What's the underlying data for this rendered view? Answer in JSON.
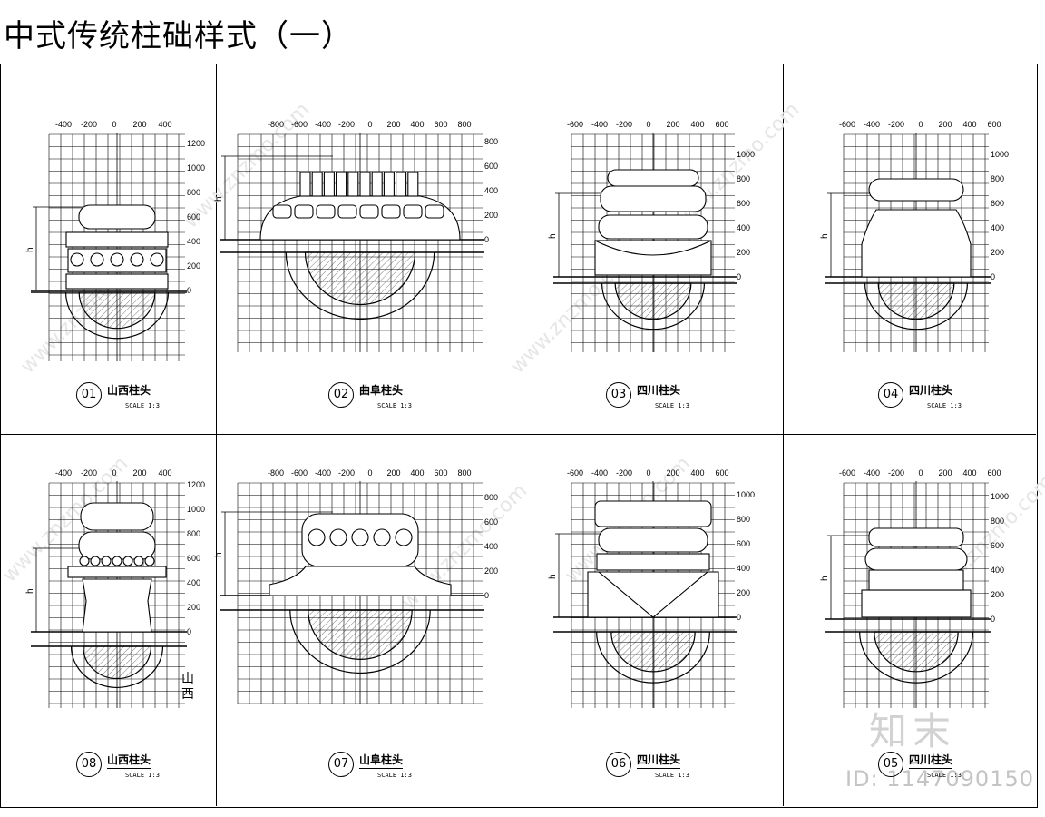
{
  "title": "中式传统柱础样式（一）",
  "watermark": {
    "id": "ID: 1147090150",
    "logo": "知末",
    "site": "www.znzmo.com"
  },
  "panels": [
    {
      "num": "01",
      "name": "山西柱头",
      "scale": "SCALE 1:3",
      "h_label": "h",
      "x_ticks": [
        "-400",
        "-200",
        "0",
        "200",
        "400"
      ],
      "y_ticks": [
        "1200",
        "1000",
        "800",
        "600",
        "400",
        "200",
        "0"
      ]
    },
    {
      "num": "02",
      "name": "曲阜柱头",
      "scale": "SCALE 1:3",
      "h_label": "h",
      "x_ticks": [
        "-800",
        "-600",
        "-400",
        "-200",
        "0",
        "200",
        "400",
        "600",
        "800"
      ],
      "y_ticks": [
        "800",
        "600",
        "400",
        "200",
        "0"
      ]
    },
    {
      "num": "03",
      "name": "四川柱头",
      "scale": "SCALE 1:3",
      "h_label": "h",
      "x_ticks": [
        "-600",
        "-400",
        "-200",
        "0",
        "200",
        "400",
        "600"
      ],
      "y_ticks": [
        "1000",
        "800",
        "600",
        "400",
        "200",
        "0"
      ]
    },
    {
      "num": "04",
      "name": "四川柱头",
      "scale": "SCALE 1:3",
      "h_label": "h",
      "x_ticks": [
        "-600",
        "-400",
        "-200",
        "0",
        "200",
        "400",
        "600"
      ],
      "y_ticks": [
        "1000",
        "800",
        "600",
        "400",
        "200",
        "0"
      ]
    },
    {
      "num": "08",
      "name": "山西柱头",
      "scale": "SCALE 1:3",
      "h_label": "h",
      "note": "山西",
      "x_ticks": [
        "-400",
        "-200",
        "0",
        "200",
        "400"
      ],
      "y_ticks": [
        "1200",
        "1000",
        "800",
        "600",
        "400",
        "200",
        "0"
      ]
    },
    {
      "num": "07",
      "name": "山阜柱头",
      "scale": "SCALE 1:3",
      "h_label": "h",
      "x_ticks": [
        "-800",
        "-600",
        "-400",
        "-200",
        "0",
        "200",
        "400",
        "600",
        "800"
      ],
      "y_ticks": [
        "800",
        "600",
        "400",
        "200",
        "0"
      ]
    },
    {
      "num": "06",
      "name": "四川柱头",
      "scale": "SCALE 1:3",
      "h_label": "h",
      "x_ticks": [
        "-600",
        "-400",
        "-200",
        "0",
        "200",
        "400",
        "600"
      ],
      "y_ticks": [
        "1000",
        "800",
        "600",
        "400",
        "200",
        "0"
      ]
    },
    {
      "num": "05",
      "name": "四川柱头",
      "scale": "SCALE 1:3",
      "h_label": "h",
      "x_ticks": [
        "-600",
        "-400",
        "-200",
        "0",
        "200",
        "400",
        "600"
      ],
      "y_ticks": [
        "1000",
        "800",
        "600",
        "400",
        "200",
        "0"
      ]
    }
  ]
}
